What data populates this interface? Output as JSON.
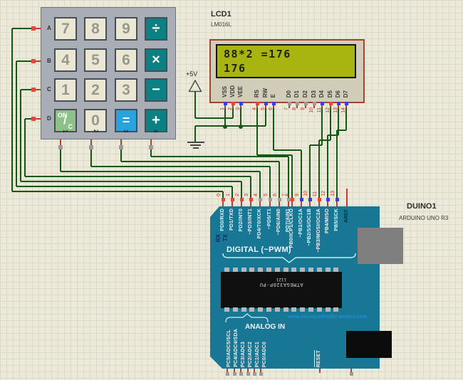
{
  "keypad": {
    "row_labels": [
      "A",
      "B",
      "C",
      "D"
    ],
    "col_labels": [
      "1",
      "2",
      "3",
      "4"
    ],
    "keys": [
      [
        "7",
        "8",
        "9",
        "÷"
      ],
      [
        "4",
        "5",
        "6",
        "×"
      ],
      [
        "1",
        "2",
        "3",
        "−"
      ],
      [
        "ON/C",
        "0",
        "=",
        "+"
      ]
    ]
  },
  "lcd": {
    "ref": "LCD1",
    "model": "LM016L",
    "display_line1": "88*2 =176",
    "display_line2": "176",
    "pins": [
      {
        "num": "1",
        "label": "VSS",
        "state": "b"
      },
      {
        "num": "2",
        "label": "VDD",
        "state": "r"
      },
      {
        "num": "3",
        "label": "VEE",
        "state": "b"
      },
      {
        "num": "4",
        "label": "RS",
        "state": "r"
      },
      {
        "num": "5",
        "label": "RW",
        "state": "b"
      },
      {
        "num": "6",
        "label": "E",
        "state": "b"
      },
      {
        "num": "7",
        "label": "D0",
        "state": "g"
      },
      {
        "num": "8",
        "label": "D1",
        "state": "g"
      },
      {
        "num": "9",
        "label": "D2",
        "state": "g"
      },
      {
        "num": "10",
        "label": "D3",
        "state": "g"
      },
      {
        "num": "11",
        "label": "D4",
        "state": "b"
      },
      {
        "num": "12",
        "label": "D5",
        "state": "r"
      },
      {
        "num": "13",
        "label": "D6",
        "state": "b"
      },
      {
        "num": "14",
        "label": "D7",
        "state": "b"
      }
    ]
  },
  "power": {
    "rail_label": "+5V"
  },
  "arduino": {
    "ref": "DUINO1",
    "model": "ARDUINO UNO R3",
    "rx_label": "RX",
    "tx_label": "TX",
    "aref_label": "AREF",
    "reset_label": "RESET",
    "digital_header": "DIGITAL (~PWM)",
    "analog_header": "ANALOG IN",
    "chip_line1": "ATMEGA328P-PU",
    "chip_line2": "1121",
    "watermark": "www.microcontroller-project.com",
    "digital_pins": [
      {
        "num": "0",
        "label": "PD0/RXD",
        "state": "r"
      },
      {
        "num": "1",
        "label": "PD1/TXD",
        "state": "r"
      },
      {
        "num": "2",
        "label": "PD2/INT0",
        "state": "r"
      },
      {
        "num": "3",
        "label": "~PD3/INT1",
        "state": "r"
      },
      {
        "num": "4",
        "label": "PD4/T0/XCK",
        "state": "g"
      },
      {
        "num": "5",
        "label": "~PD5/T1",
        "state": "g"
      },
      {
        "num": "6",
        "label": "~PD6/AIN0",
        "state": "g"
      },
      {
        "num": "7",
        "label": "PD7/AIN1",
        "state": "g"
      },
      {
        "num": "8",
        "label": "PB0/ICP1/CLKO",
        "state": "r"
      },
      {
        "num": "9",
        "label": "~PB1/OC1A",
        "state": "b"
      },
      {
        "num": "10",
        "label": "~PB2/SS/OC1B",
        "state": "b"
      },
      {
        "num": "11",
        "label": "~PB3/MOSI/OC2A",
        "state": "r"
      },
      {
        "num": "12",
        "label": "PB4/MISO",
        "state": "b"
      },
      {
        "num": "13",
        "label": "PB5/SCK",
        "state": "b"
      }
    ],
    "analog_pins": [
      {
        "label": "PC5/ADC5/SCL"
      },
      {
        "label": "PC4/ADC4/SDA"
      },
      {
        "label": "PC3/ADC3"
      },
      {
        "label": "PC2/ADC2"
      },
      {
        "label": "PC1/ADC1"
      },
      {
        "label": "PC0/ADC0"
      }
    ]
  },
  "colors": {
    "board": "#187795",
    "wire": "#155915",
    "stub": "#c23b2f",
    "stateRed": "#e2483c",
    "stateBlue": "#3c3ce2",
    "stateGray": "#9c9c9c",
    "keyTeal": "#0c8184",
    "keyBlue": "#27a4de",
    "keyGreen": "#8cc189",
    "keyCream": "#ebe7d5",
    "keypadBody": "#a9aeb6",
    "lcdBody": "#d1cdb9",
    "lcdScreen": "#a8b40f",
    "watermarkBlue": "#1e8fd8"
  }
}
